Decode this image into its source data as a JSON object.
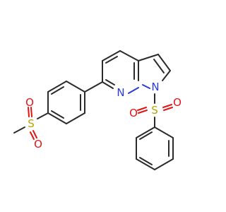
{
  "molecule": {
    "atom_labels": {
      "n_pyridine": "N",
      "n_pyrrole": "N",
      "s_sulfonyl_phenyl": "S",
      "o_sulfonyl_phenyl_1": "O",
      "o_sulfonyl_phenyl_2": "O",
      "s_methylsulfonyl": "S",
      "o_methylsulfonyl_1": "O",
      "o_methylsulfonyl_2": "O"
    },
    "colors": {
      "bond": "#2b2b2b",
      "nitrogen": "#2a3bd6",
      "sulfur": "#b8a400",
      "oxygen": "#e01515",
      "background": "#ffffff"
    }
  }
}
